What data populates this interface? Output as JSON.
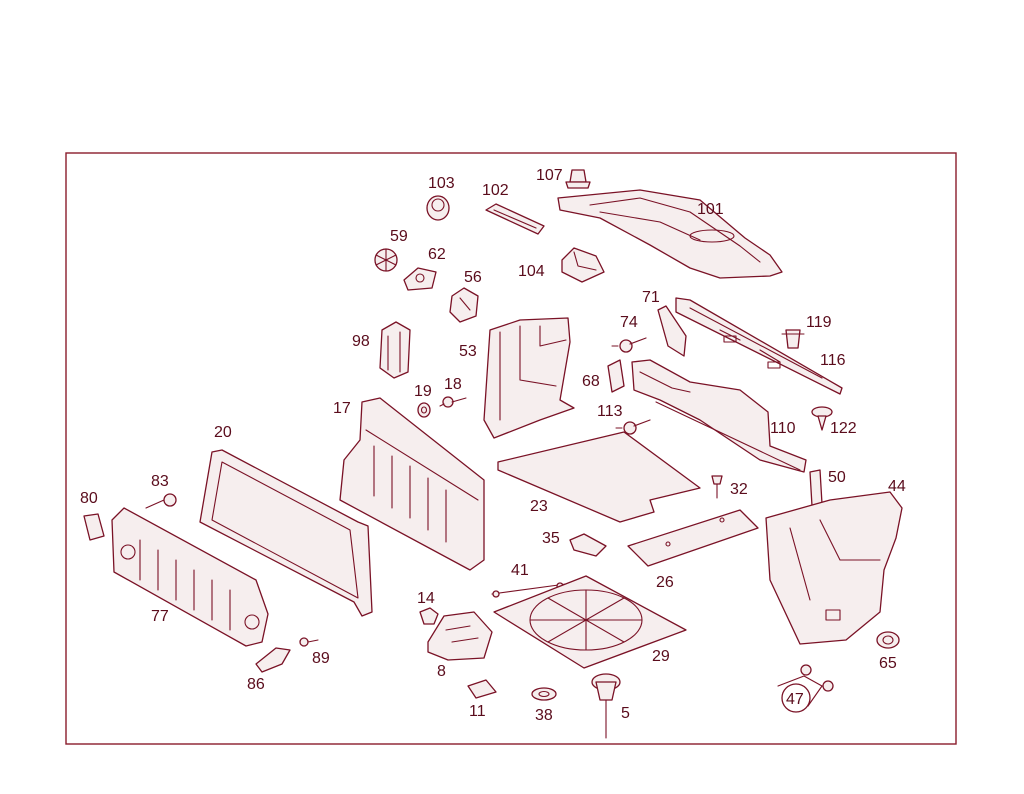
{
  "diagram": {
    "callouts": {
      "c5": "5",
      "c8": "8",
      "c11": "11",
      "c14": "14",
      "c17": "17",
      "c18": "18",
      "c19": "19",
      "c20": "20",
      "c23": "23",
      "c26": "26",
      "c29": "29",
      "c32": "32",
      "c35": "35",
      "c38": "38",
      "c41": "41",
      "c44": "44",
      "c47": "47",
      "c50": "50",
      "c53": "53",
      "c56": "56",
      "c59": "59",
      "c62": "62",
      "c65": "65",
      "c68": "68",
      "c71": "71",
      "c74": "74",
      "c77": "77",
      "c80": "80",
      "c83": "83",
      "c86": "86",
      "c89": "89",
      "c98": "98",
      "c101": "101",
      "c102": "102",
      "c103": "103",
      "c104": "104",
      "c107": "107",
      "c110": "110",
      "c113": "113",
      "c116": "116",
      "c119": "119",
      "c122": "122"
    },
    "colors": {
      "line": "#7a1226",
      "frame": "#8a1c2c",
      "text": "#5a0c1c"
    }
  }
}
